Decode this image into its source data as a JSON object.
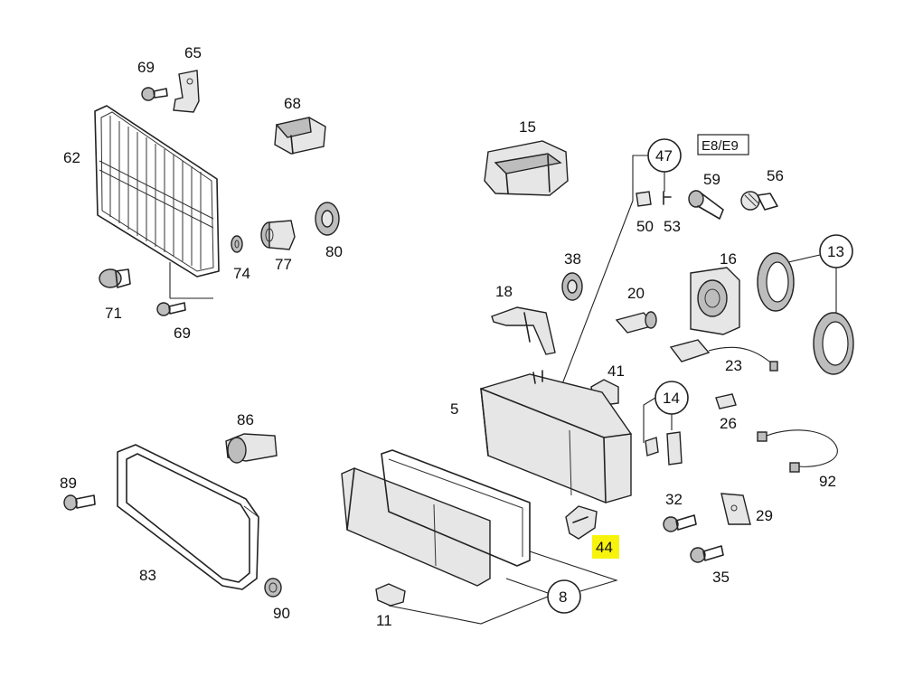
{
  "labels": {
    "p5": "5",
    "p8": "8",
    "p11": "11",
    "p13": "13",
    "p14": "14",
    "p15": "15",
    "p16": "16",
    "p18": "18",
    "p20": "20",
    "p23": "23",
    "p26": "26",
    "p29": "29",
    "p32": "32",
    "p35": "35",
    "p38": "38",
    "p41": "41",
    "p44": "44",
    "p47": "47",
    "p50": "50",
    "p53": "53",
    "p56": "56",
    "p59": "59",
    "p62": "62",
    "p65": "65",
    "p68": "68",
    "p69a": "69",
    "p69b": "69",
    "p71": "71",
    "p74": "74",
    "p77": "77",
    "p80": "80",
    "p83": "83",
    "p86": "86",
    "p89": "89",
    "p90": "90",
    "p92": "92",
    "variant": "E8/E9"
  },
  "colors": {
    "highlight": "#f7f30d",
    "line": "#222222",
    "fill_gray": "#bdbdbd"
  }
}
